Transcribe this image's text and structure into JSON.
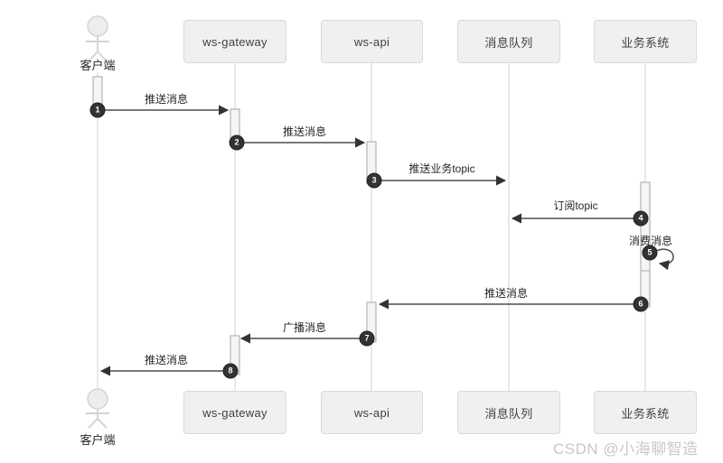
{
  "diagram": {
    "type": "sequence-diagram",
    "participants": [
      {
        "id": "client",
        "name": "客户端",
        "kind": "actor"
      },
      {
        "id": "ws-gateway",
        "name": "ws-gateway",
        "kind": "box"
      },
      {
        "id": "ws-api",
        "name": "ws-api",
        "kind": "box"
      },
      {
        "id": "mq",
        "name": "消息队列",
        "kind": "box"
      },
      {
        "id": "biz",
        "name": "业务系统",
        "kind": "box"
      }
    ],
    "messages": [
      {
        "seq": "1",
        "label": "推送消息",
        "from": "客户端",
        "to": "ws-gateway"
      },
      {
        "seq": "2",
        "label": "推送消息",
        "from": "ws-gateway",
        "to": "ws-api"
      },
      {
        "seq": "3",
        "label": "推送业务topic",
        "from": "ws-api",
        "to": "消息队列"
      },
      {
        "seq": "4",
        "label": "订阅topic",
        "from": "业务系统",
        "to": "消息队列"
      },
      {
        "seq": "5",
        "label": "消费消息",
        "from": "业务系统",
        "to": "业务系统"
      },
      {
        "seq": "6",
        "label": "推送消息",
        "from": "业务系统",
        "to": "ws-api"
      },
      {
        "seq": "7",
        "label": "广播消息",
        "from": "ws-api",
        "to": "ws-gateway"
      },
      {
        "seq": "8",
        "label": "推送消息",
        "from": "ws-gateway",
        "to": "客户端"
      }
    ],
    "icons": {
      "actor": "stick-figure-person"
    },
    "watermark": "CSDN @小海聊智造",
    "colors": {
      "box_fill": "#f0f0f0",
      "box_border": "#d9d9d9",
      "lifeline": "#d1d1d1",
      "activation_fill": "#f5f5f5",
      "activation_border": "#a6a6a6",
      "arrow": "#4d4d4d",
      "seq_circle": "#333333",
      "actor": "#d4d4d4",
      "watermark": "#c8c8c8"
    }
  }
}
